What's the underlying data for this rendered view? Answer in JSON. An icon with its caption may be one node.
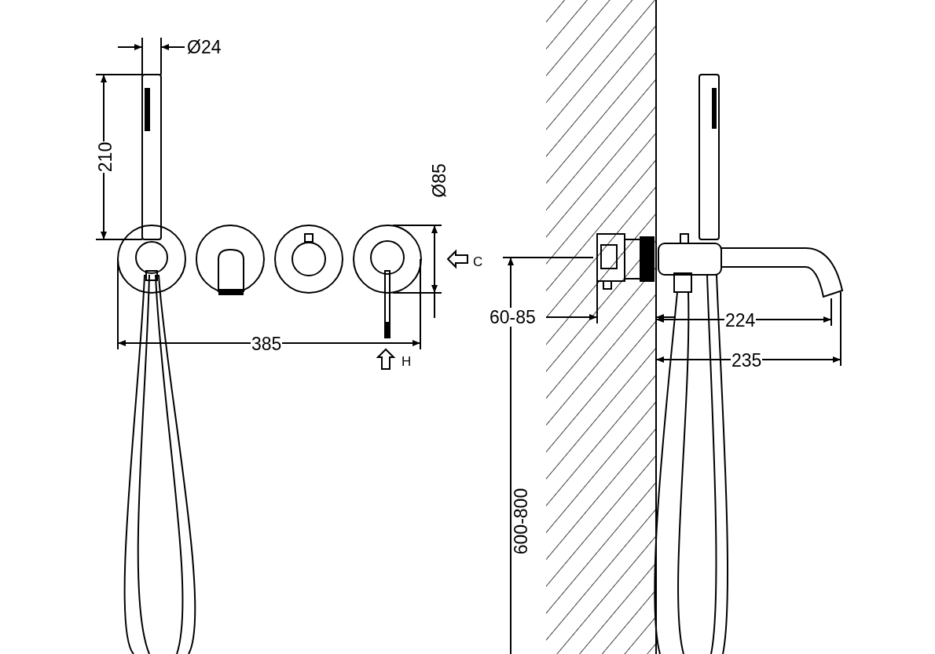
{
  "diagram": {
    "labels": [
      "Ø24",
      "210",
      "Ø85",
      "C",
      "60-85",
      "224",
      "385",
      "H",
      "235",
      "600-800"
    ]
  }
}
